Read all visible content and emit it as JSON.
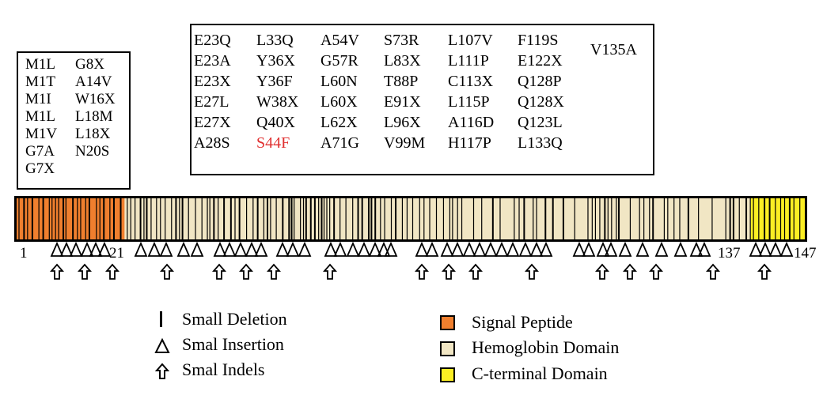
{
  "left_box": {
    "col1": [
      "M1L",
      "M1T",
      "M1I",
      "M1L",
      "M1V",
      "G7A",
      "G7X"
    ],
    "col2": [
      "G8X",
      "A14V",
      "W16X",
      "L18M",
      "L18X",
      "N20S"
    ]
  },
  "top_box": {
    "cols": [
      [
        "E23Q",
        "E23A",
        "E23X",
        "E27L",
        "E27X",
        "A28S"
      ],
      [
        "L33Q",
        "Y36X",
        "Y36F",
        "W38X",
        "Q40X",
        "S44F"
      ],
      [
        "A54V",
        "G57R",
        "L60N",
        "L60X",
        "L62X",
        "A71G"
      ],
      [
        "S73R",
        "L83X",
        "T88P",
        "E91X",
        "L96X",
        "V99M"
      ],
      [
        "L107V",
        "L111P",
        "C113X",
        "L115P",
        "A116D",
        "H117P"
      ],
      [
        "F119S",
        "E122X",
        "Q128P",
        "Q128X",
        "Q123L",
        "L133Q"
      ],
      [
        "V135A"
      ]
    ],
    "highlight": "S44F",
    "highlight_color": "#e03030"
  },
  "axis": {
    "start": "1",
    "signal_end": "21",
    "cterm_start": "137",
    "end": "147"
  },
  "domains": [
    {
      "name": "Signal Peptide",
      "color": "#f07f2e",
      "from": 1,
      "to": 21
    },
    {
      "name": "Hemoglobin Domain",
      "color": "#f1e6c4",
      "from": 21,
      "to": 137
    },
    {
      "name": "C-terminal Domain",
      "color": "#fbee24",
      "from": 137,
      "to": 147
    }
  ],
  "legend": {
    "deletion": "Small Deletion",
    "insertion": "Smal Insertion",
    "indel": "Smal Indels",
    "signal": "Signal Peptide",
    "hemoglobin": "Hemoglobin Domain",
    "cterminal": "C-terminal Domain"
  }
}
